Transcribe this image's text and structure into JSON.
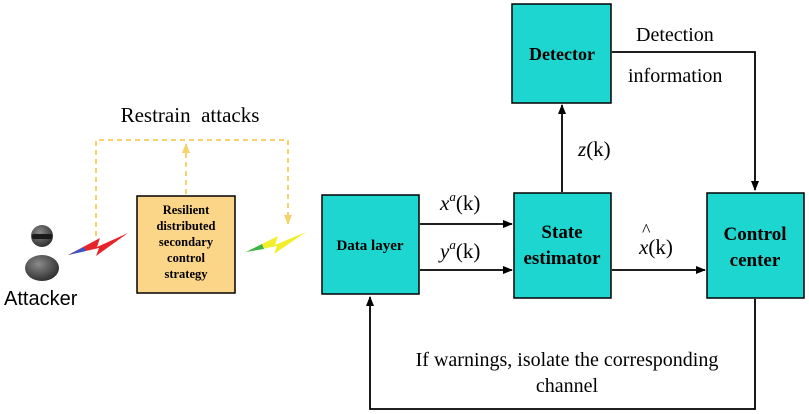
{
  "colors": {
    "box_fill": "#1ed6d0",
    "strategy_fill": "#fbd588",
    "dashed_arrow": "#f5d36a",
    "line": "#000000"
  },
  "attacker": {
    "label": "Attacker",
    "icon": "attacker-person-icon"
  },
  "restrain": {
    "label": "Restrain  attacks"
  },
  "strategy": {
    "lines": [
      "Resilient",
      "distributed",
      "secondary",
      "control",
      "strategy"
    ]
  },
  "lightning": {
    "left_icon": "lightning-bolt-red-icon",
    "right_icon": "lightning-bolt-yellow-icon"
  },
  "data_layer": {
    "label": "Data layer"
  },
  "state_estimator": {
    "line1": "State",
    "line2": "estimator"
  },
  "detector": {
    "label": "Detector"
  },
  "control_center": {
    "line1": "Control",
    "line2": "center"
  },
  "signals": {
    "xa_base": "x",
    "xa_sup": "a",
    "ya_base": "y",
    "ya_sup": "a",
    "arg": "(k)",
    "z_base": "z",
    "xhat_base": "x",
    "xhat_hat": "^"
  },
  "detection": {
    "line1": "Detection",
    "line2": "information"
  },
  "feedback": {
    "line1": "If warnings, isolate the corresponding",
    "line2": "channel"
  }
}
